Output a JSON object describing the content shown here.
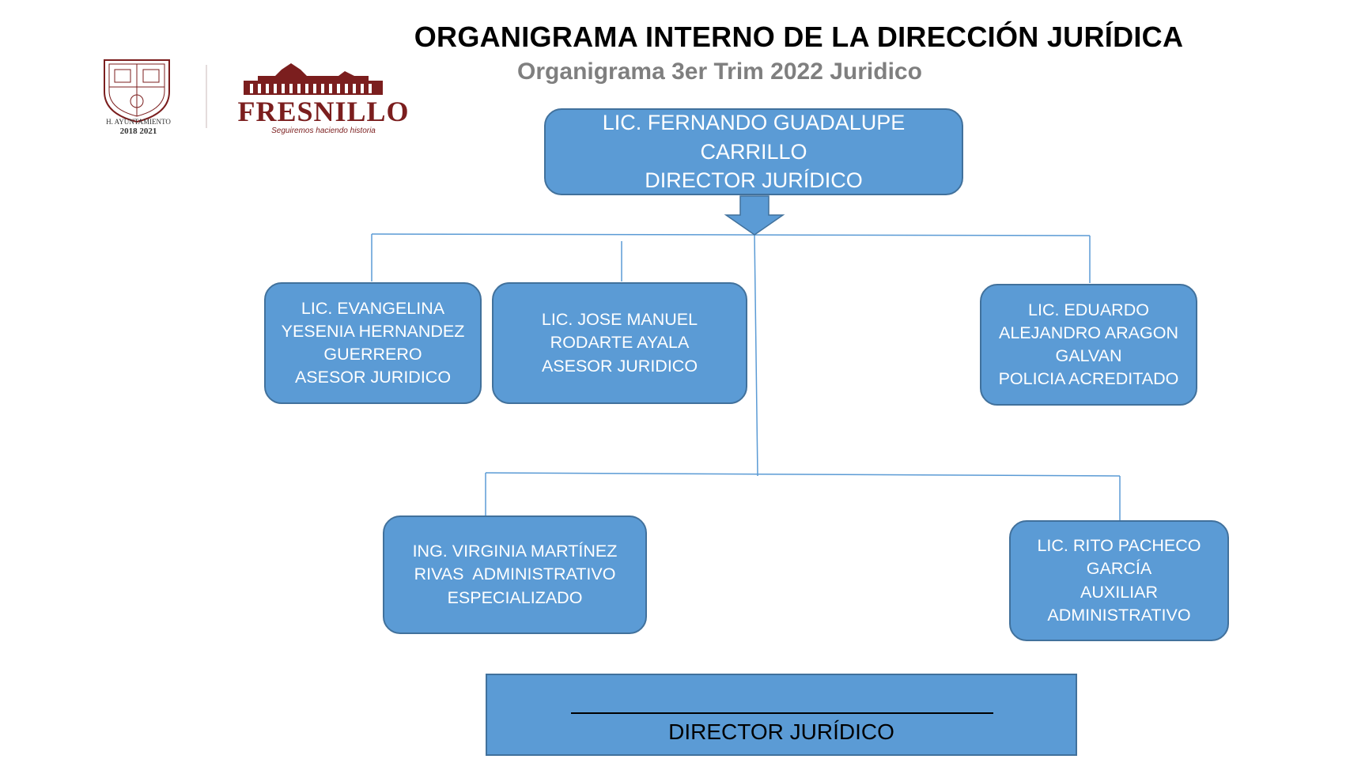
{
  "header": {
    "title": "ORGANIGRAMA INTERNO DE LA DIRECCIÓN JURÍDICA",
    "subtitle": "Organigrama 3er Trim 2022 Juridico"
  },
  "logos": {
    "seal_caption_line1": "H. AYUNTAMIENTO",
    "seal_caption_line2": "2018 2021",
    "brand_name": "FRESNILLO",
    "brand_slogan": "Seguiremos haciendo historia",
    "brand_color": "#7b1e1e"
  },
  "colors": {
    "node_fill": "#5b9bd5",
    "node_border": "#41719c",
    "connector": "#5b9bd5"
  },
  "director": {
    "lines": [
      "LIC. FERNANDO GUADALUPE",
      "CARRILLO",
      "DIRECTOR JURÍDICO"
    ]
  },
  "level2": [
    {
      "lines": [
        "LIC. EVANGELINA",
        "YESENIA HERNANDEZ",
        "GUERRERO",
        "ASESOR JURIDICO"
      ]
    },
    {
      "lines": [
        "LIC. JOSE MANUEL",
        "RODARTE AYALA",
        "ASESOR JURIDICO"
      ]
    },
    {
      "lines": [
        "LIC. EDUARDO",
        "ALEJANDRO ARAGON",
        "GALVAN",
        "POLICIA ACREDITADO"
      ]
    }
  ],
  "level3": [
    {
      "lines": [
        "ING. VIRGINIA MARTÍNEZ",
        "RIVAS  ADMINISTRATIVO",
        "ESPECIALIZADO"
      ]
    },
    {
      "lines": [
        "LIC. RITO PACHECO",
        "GARCÍA",
        "AUXILIAR",
        "ADMINISTRATIVO"
      ]
    }
  ],
  "signature": {
    "label": "DIRECTOR JURÍDICO"
  }
}
